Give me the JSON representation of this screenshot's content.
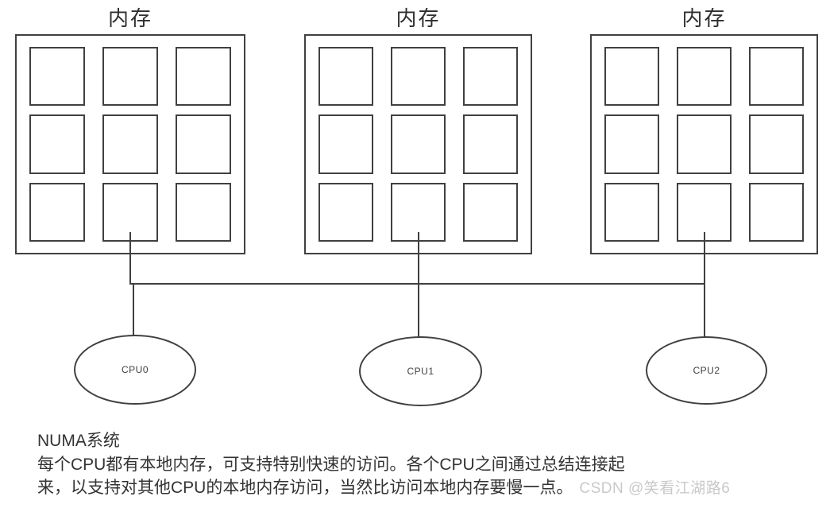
{
  "diagram": {
    "memory_units": [
      {
        "title": "内存"
      },
      {
        "title": "内存"
      },
      {
        "title": "内存"
      }
    ],
    "cpus": [
      {
        "label": "CPU0"
      },
      {
        "label": "CPU1"
      },
      {
        "label": "CPU2"
      }
    ],
    "colors": {
      "stroke": "#404040",
      "text": "#333333",
      "watermark": "#c9c9c9"
    }
  },
  "caption": {
    "title": "NUMA系统",
    "line2": "每个CPU都有本地内存，可支持特别快速的访问。各个CPU之间通过总结连接起",
    "line3": "来，以支持对其他CPU的本地内存访问，当然比访问本地内存要慢一点。"
  },
  "watermark": "CSDN @笑看江湖路6"
}
